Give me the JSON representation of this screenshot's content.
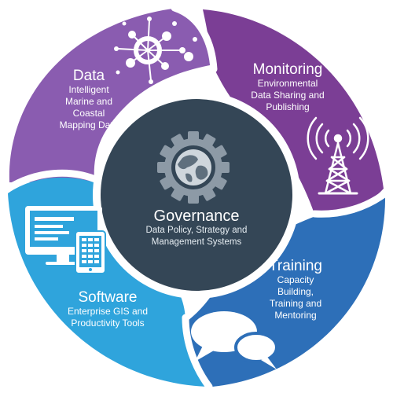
{
  "segments": {
    "data": {
      "title": "Data",
      "description": [
        "Intelligent",
        "Marine and",
        "Coastal",
        "Mapping Data"
      ],
      "color": "#8a5cb0",
      "icon": "network-nodes-icon"
    },
    "monitoring": {
      "title": "Monitoring",
      "description": [
        "Environmental",
        "Data Sharing and",
        "Publishing"
      ],
      "color": "#7b3e95",
      "icon": "radio-tower-icon"
    },
    "training": {
      "title": "Training",
      "description": [
        "Capacity",
        "Building,",
        "Training and",
        "Mentoring"
      ],
      "color": "#2d6fb8",
      "icon": "speech-bubbles-icon"
    },
    "software": {
      "title": "Software",
      "description": [
        "Enterprise GIS and",
        "Productivity Tools"
      ],
      "color": "#2fa4dc",
      "icon": "desktop-tablet-icon"
    }
  },
  "center": {
    "title": "Governance",
    "description": [
      "Data Policy, Strategy and",
      "Management Systems"
    ],
    "color": "#344656",
    "icon": "gear-globe-icon"
  }
}
